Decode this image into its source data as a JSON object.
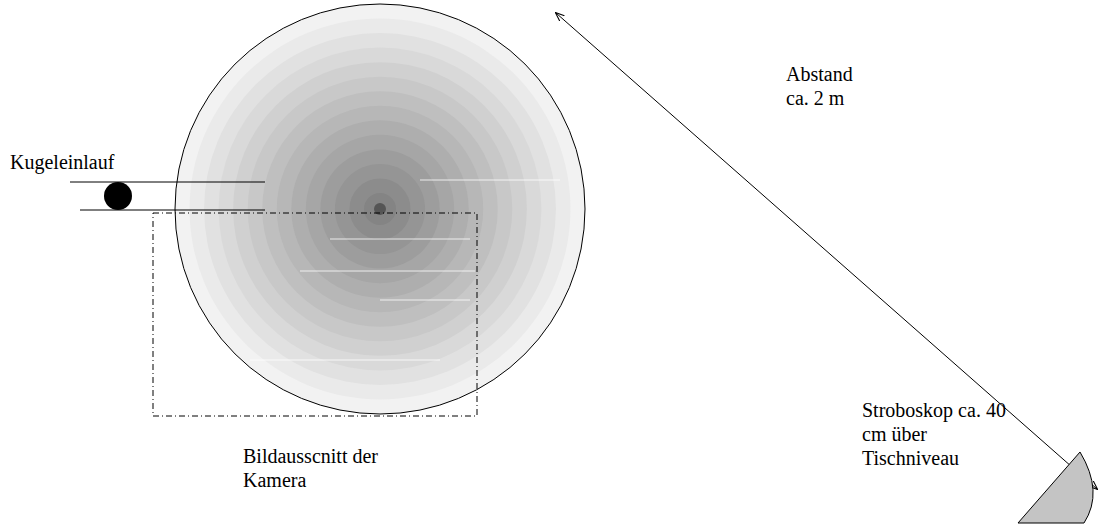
{
  "diagram": {
    "labels": [
      "Kugeleinlauf",
      "Abstand ca. 2 m",
      "Bildausscnitt der Kamera",
      "Stroboskop ca. 40 cm über Tischniveau"
    ]
  }
}
